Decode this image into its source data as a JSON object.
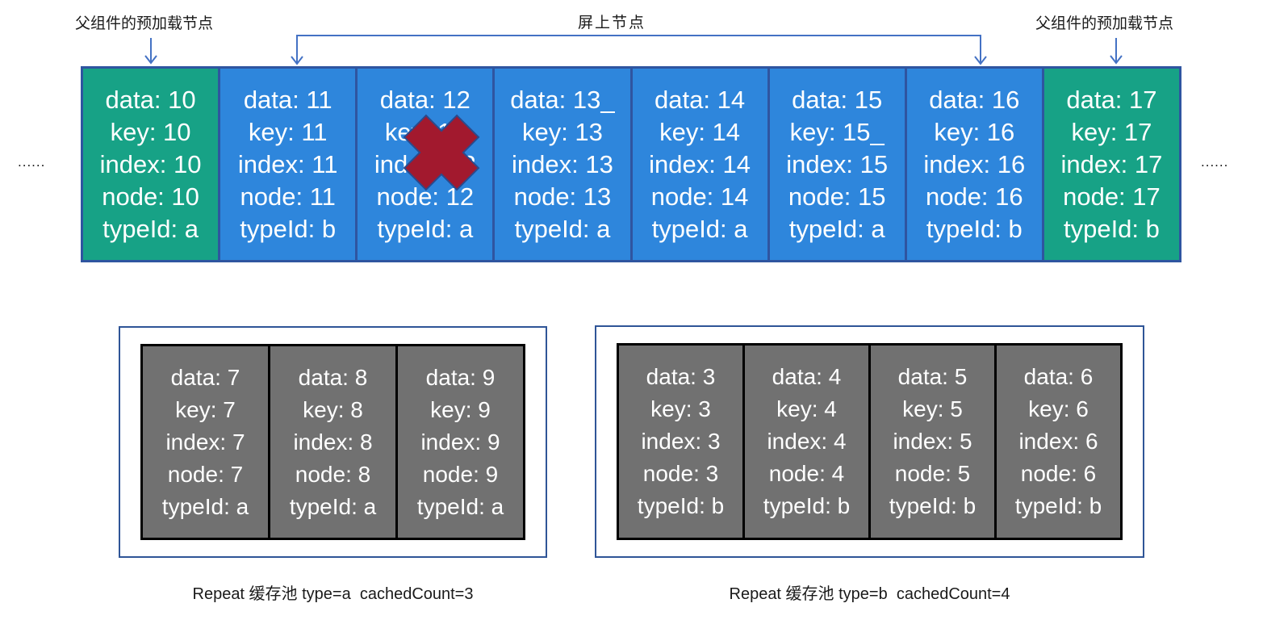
{
  "colors": {
    "green": "#17a286",
    "blue": "#2e86dc",
    "row_border": "#2f55a0",
    "arrow_blue": "#4472c4",
    "cross_fill": "#a2192e",
    "cross_outline": "#2b4a8c",
    "pool_border": "#2f5597",
    "pool_cell_gray": "#717171",
    "pool_cell_border": "#000000"
  },
  "annotations": {
    "preload_label_left": "父组件的预加载节点",
    "onscreen_label": "屏上节点",
    "preload_label_right": "父组件的预加载节点",
    "ellipsis_left": "......",
    "ellipsis_right": "......"
  },
  "node_row": {
    "cells": [
      {
        "variant": "green",
        "crossed": false,
        "lines": [
          "data: 10",
          "key: 10",
          "index: 10",
          "node: 10",
          "typeId: a"
        ]
      },
      {
        "variant": "blue",
        "crossed": false,
        "lines": [
          "data: 11",
          "key: 11",
          "index: 11",
          "node: 11",
          "typeId: b"
        ]
      },
      {
        "variant": "blue",
        "crossed": true,
        "lines": [
          "data: 12",
          "key: 12",
          "index: 12",
          "node: 12",
          "typeId: a"
        ]
      },
      {
        "variant": "blue",
        "crossed": false,
        "lines": [
          "data: 13_",
          "key: 13",
          "index: 13",
          "node: 13",
          "typeId: a"
        ]
      },
      {
        "variant": "blue",
        "crossed": false,
        "lines": [
          "data: 14",
          "key: 14",
          "index: 14",
          "node: 14",
          "typeId: a"
        ]
      },
      {
        "variant": "blue",
        "crossed": false,
        "lines": [
          "data: 15",
          "key: 15_",
          "index: 15",
          "node: 15",
          "typeId: a"
        ]
      },
      {
        "variant": "blue",
        "crossed": false,
        "lines": [
          "data: 16",
          "key: 16",
          "index: 16",
          "node: 16",
          "typeId: b"
        ]
      },
      {
        "variant": "green",
        "crossed": false,
        "lines": [
          "data: 17",
          "key: 17",
          "index: 17",
          "node: 17",
          "typeId: b"
        ]
      }
    ]
  },
  "cache_pools": [
    {
      "caption": "Repeat 缓存池 type=a  cachedCount=3",
      "cells": [
        [
          "data: 7",
          "key: 7",
          "index: 7",
          "node: 7",
          "typeId: a"
        ],
        [
          "data: 8",
          "key: 8",
          "index: 8",
          "node: 8",
          "typeId: a"
        ],
        [
          "data: 9",
          "key: 9",
          "index: 9",
          "node: 9",
          "typeId: a"
        ]
      ]
    },
    {
      "caption": "Repeat 缓存池 type=b  cachedCount=4",
      "cells": [
        [
          "data: 3",
          "key: 3",
          "index: 3",
          "node: 3",
          "typeId: b"
        ],
        [
          "data: 4",
          "key: 4",
          "index: 4",
          "node: 4",
          "typeId: b"
        ],
        [
          "data: 5",
          "key: 5",
          "index: 5",
          "node: 5",
          "typeId: b"
        ],
        [
          "data: 6",
          "key: 6",
          "index: 6",
          "node: 6",
          "typeId: b"
        ]
      ]
    }
  ]
}
